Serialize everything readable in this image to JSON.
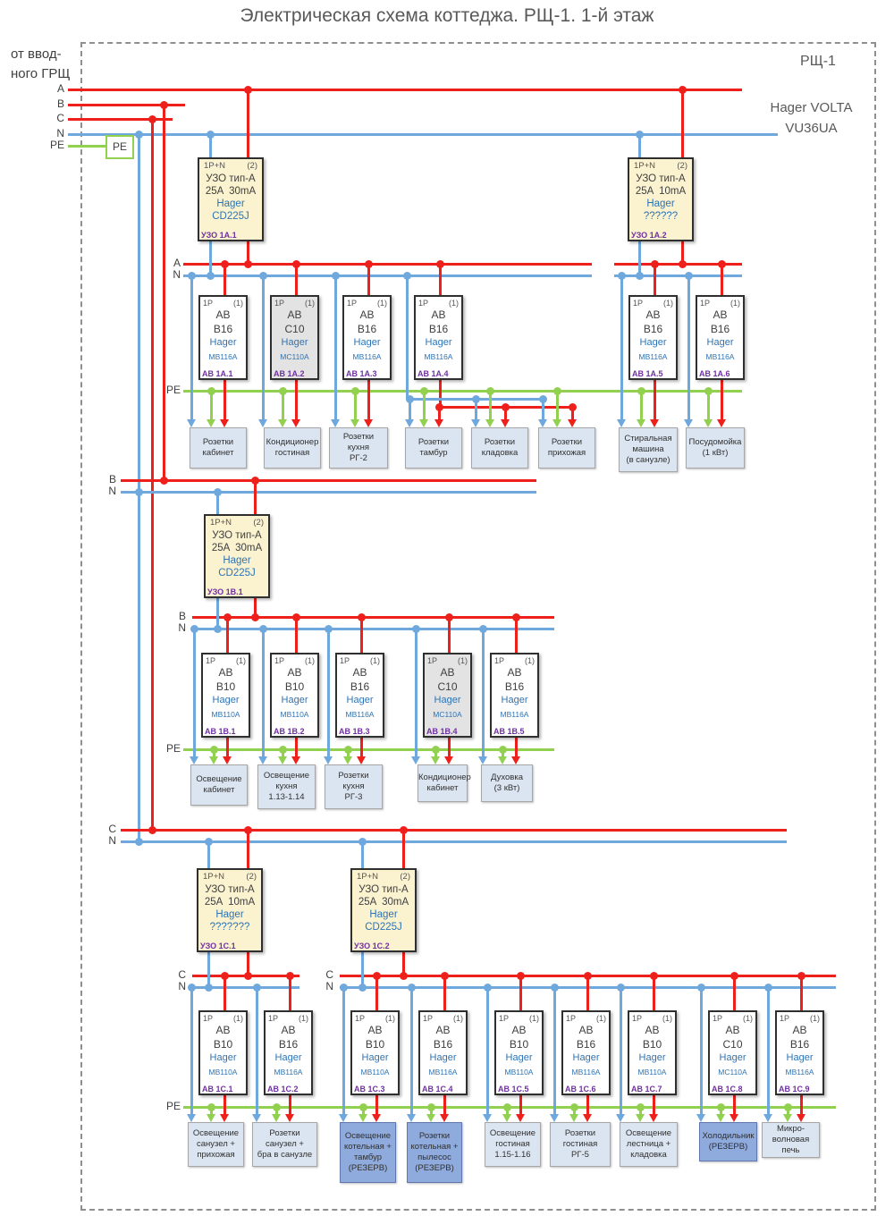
{
  "title": "Электрическая схема коттеджа. РЩ-1. 1-й этаж",
  "panel": {
    "name": "РЩ-1",
    "model_lines": [
      "Hager VOLTA",
      "VU36UA"
    ]
  },
  "feeder": {
    "source_label_lines": [
      "от ввод-",
      "ного ГРЩ"
    ],
    "bus_labels": [
      "A",
      "B",
      "C",
      "N",
      "PE"
    ],
    "pe_box_label": "PE"
  },
  "colors": {
    "phase": "#ed201b",
    "neutral": "#6fa8dc",
    "pe": "#92d050",
    "rcd_fill": "#fbf2cf",
    "breaker_fill": "#ffffff",
    "breaker_fill_gray": "#e3e3e3",
    "load_fill": "#dbe5f1",
    "load_fill_reserve": "#8faadc",
    "load_border_reserve": "#5f77ad",
    "brand_text": "#2e74b5",
    "circuit_id": "#7030a0",
    "text": "#3f3f3f"
  },
  "sections": [
    {
      "phase_label": "A",
      "neutral_label": "N",
      "pe_label": "PE",
      "rcds": [
        {
          "poles": "1P+N",
          "modules": "(2)",
          "title": "УЗО тип-А",
          "rating": "25A  30mA",
          "brand": "Hager",
          "model": "CD225J",
          "id": "УЗО 1А.1"
        },
        {
          "poles": "1P+N",
          "modules": "(2)",
          "title": "УЗО тип-А",
          "rating": "25A  10mA",
          "brand": "Hager",
          "model": "??????",
          "id": "УЗО 1А.2"
        }
      ],
      "breakers": [
        {
          "poles": "1P",
          "modules": "(1)",
          "kind": "АВ",
          "rating": "B16",
          "brand": "Hager",
          "model": "MB116A",
          "id": "АВ 1А.1",
          "style": "normal"
        },
        {
          "poles": "1P",
          "modules": "(1)",
          "kind": "АВ",
          "rating": "C10",
          "brand": "Hager",
          "model": "MC110A",
          "id": "АВ 1А.2",
          "style": "gray"
        },
        {
          "poles": "1P",
          "modules": "(1)",
          "kind": "АВ",
          "rating": "B16",
          "brand": "Hager",
          "model": "MB116A",
          "id": "АВ 1А.3",
          "style": "normal"
        },
        {
          "poles": "1P",
          "modules": "(1)",
          "kind": "АВ",
          "rating": "B16",
          "brand": "Hager",
          "model": "MB116A",
          "id": "АВ 1А.4",
          "style": "normal"
        },
        {
          "poles": "1P",
          "modules": "(1)",
          "kind": "АВ",
          "rating": "B16",
          "brand": "Hager",
          "model": "MB116A",
          "id": "АВ 1А.5",
          "style": "normal"
        },
        {
          "poles": "1P",
          "modules": "(1)",
          "kind": "АВ",
          "rating": "B16",
          "brand": "Hager",
          "model": "MB116A",
          "id": "АВ 1А.6",
          "style": "normal"
        }
      ],
      "loads": [
        {
          "lines": [
            "Розетки",
            "кабинет"
          ],
          "style": "normal"
        },
        {
          "lines": [
            "Кондиционер",
            "гостиная"
          ],
          "style": "normal"
        },
        {
          "lines": [
            "Розетки",
            "кухня",
            "РГ-2"
          ],
          "style": "normal"
        },
        {
          "lines": [
            "Розетки",
            "тамбур"
          ],
          "style": "normal"
        },
        {
          "lines": [
            "Розетки",
            "кладовка"
          ],
          "style": "normal"
        },
        {
          "lines": [
            "Розетки",
            "прихожая"
          ],
          "style": "normal"
        },
        {
          "lines": [
            "Стиральная",
            "машина",
            "(в санузле)"
          ],
          "style": "normal"
        },
        {
          "lines": [
            "Посудомойка",
            "(1 кВт)"
          ],
          "style": "normal"
        }
      ]
    },
    {
      "phase_label": "B",
      "neutral_label": "N",
      "pe_label": "PE",
      "rcds": [
        {
          "poles": "1P+N",
          "modules": "(2)",
          "title": "УЗО тип-А",
          "rating": "25A  30mA",
          "brand": "Hager",
          "model": "CD225J",
          "id": "УЗО 1В.1"
        }
      ],
      "breakers": [
        {
          "poles": "1P",
          "modules": "(1)",
          "kind": "АВ",
          "rating": "B10",
          "brand": "Hager",
          "model": "MB110A",
          "id": "АВ 1В.1",
          "style": "normal"
        },
        {
          "poles": "1P",
          "modules": "(1)",
          "kind": "АВ",
          "rating": "B10",
          "brand": "Hager",
          "model": "MB110A",
          "id": "АВ 1В.2",
          "style": "normal"
        },
        {
          "poles": "1P",
          "modules": "(1)",
          "kind": "АВ",
          "rating": "B16",
          "brand": "Hager",
          "model": "MB116A",
          "id": "АВ 1В.3",
          "style": "normal"
        },
        {
          "poles": "1P",
          "modules": "(1)",
          "kind": "АВ",
          "rating": "C10",
          "brand": "Hager",
          "model": "MC110A",
          "id": "АВ 1В.4",
          "style": "gray"
        },
        {
          "poles": "1P",
          "modules": "(1)",
          "kind": "АВ",
          "rating": "B16",
          "brand": "Hager",
          "model": "MB116A",
          "id": "АВ 1В.5",
          "style": "normal"
        }
      ],
      "loads": [
        {
          "lines": [
            "Освещение",
            "кабинет"
          ],
          "style": "normal"
        },
        {
          "lines": [
            "Освещение",
            "кухня",
            "1.13-1.14"
          ],
          "style": "normal"
        },
        {
          "lines": [
            "Розетки",
            "кухня",
            "РГ-3"
          ],
          "style": "normal"
        },
        {
          "lines": [
            "Кондиционер",
            "кабинет"
          ],
          "style": "normal"
        },
        {
          "lines": [
            "Духовка",
            "(3 кВт)"
          ],
          "style": "normal"
        }
      ]
    },
    {
      "phase_label": "C",
      "neutral_label": "N",
      "pe_label": "PE",
      "rcds": [
        {
          "poles": "1P+N",
          "modules": "(2)",
          "title": "УЗО тип-А",
          "rating": "25A  10mA",
          "brand": "Hager",
          "model": "???????",
          "id": "УЗО 1С.1"
        },
        {
          "poles": "1P+N",
          "modules": "(2)",
          "title": "УЗО тип-А",
          "rating": "25A  30mA",
          "brand": "Hager",
          "model": "CD225J",
          "id": "УЗО 1С.2"
        }
      ],
      "breakers": [
        {
          "poles": "1P",
          "modules": "(1)",
          "kind": "АВ",
          "rating": "B10",
          "brand": "Hager",
          "model": "MB110A",
          "id": "АВ 1С.1",
          "style": "normal"
        },
        {
          "poles": "1P",
          "modules": "(1)",
          "kind": "АВ",
          "rating": "B16",
          "brand": "Hager",
          "model": "MB116A",
          "id": "АВ 1С.2",
          "style": "normal"
        },
        {
          "poles": "1P",
          "modules": "(1)",
          "kind": "АВ",
          "rating": "B10",
          "brand": "Hager",
          "model": "MB110A",
          "id": "АВ 1С.3",
          "style": "normal"
        },
        {
          "poles": "1P",
          "modules": "(1)",
          "kind": "АВ",
          "rating": "B16",
          "brand": "Hager",
          "model": "MB116A",
          "id": "АВ 1С.4",
          "style": "normal"
        },
        {
          "poles": "1P",
          "modules": "(1)",
          "kind": "АВ",
          "rating": "B10",
          "brand": "Hager",
          "model": "MB110A",
          "id": "АВ 1С.5",
          "style": "normal"
        },
        {
          "poles": "1P",
          "modules": "(1)",
          "kind": "АВ",
          "rating": "B16",
          "brand": "Hager",
          "model": "MB116A",
          "id": "АВ 1С.6",
          "style": "normal"
        },
        {
          "poles": "1P",
          "modules": "(1)",
          "kind": "АВ",
          "rating": "B10",
          "brand": "Hager",
          "model": "MB110A",
          "id": "АВ 1С.7",
          "style": "normal"
        },
        {
          "poles": "1P",
          "modules": "(1)",
          "kind": "АВ",
          "rating": "C10",
          "brand": "Hager",
          "model": "MC110A",
          "id": "АВ 1С.8",
          "style": "normal"
        },
        {
          "poles": "1P",
          "modules": "(1)",
          "kind": "АВ",
          "rating": "B16",
          "brand": "Hager",
          "model": "MB116A",
          "id": "АВ 1С.9",
          "style": "normal"
        }
      ],
      "loads": [
        {
          "lines": [
            "Освещение",
            "санузел +",
            "прихожая"
          ],
          "style": "normal"
        },
        {
          "lines": [
            "Розетки",
            "санузел +",
            "бра в санузле"
          ],
          "style": "normal"
        },
        {
          "lines": [
            "Освещение",
            "котельная +",
            "тамбур",
            "(РЕЗЕРВ)"
          ],
          "style": "reserve"
        },
        {
          "lines": [
            "Розетки",
            "котельная +",
            "пылесос",
            "(РЕЗЕРВ)"
          ],
          "style": "reserve"
        },
        {
          "lines": [
            "Освещение",
            "гостиная",
            "1.15-1.16"
          ],
          "style": "normal"
        },
        {
          "lines": [
            "Розетки",
            "гостиная",
            "РГ-5"
          ],
          "style": "normal"
        },
        {
          "lines": [
            "Освещение",
            "лестница +",
            "кладовка"
          ],
          "style": "normal"
        },
        {
          "lines": [
            "Холодильник",
            "(РЕЗЕРВ)"
          ],
          "style": "reserve"
        },
        {
          "lines": [
            "Микро-",
            "волновая печь"
          ],
          "style": "normal"
        }
      ]
    }
  ]
}
